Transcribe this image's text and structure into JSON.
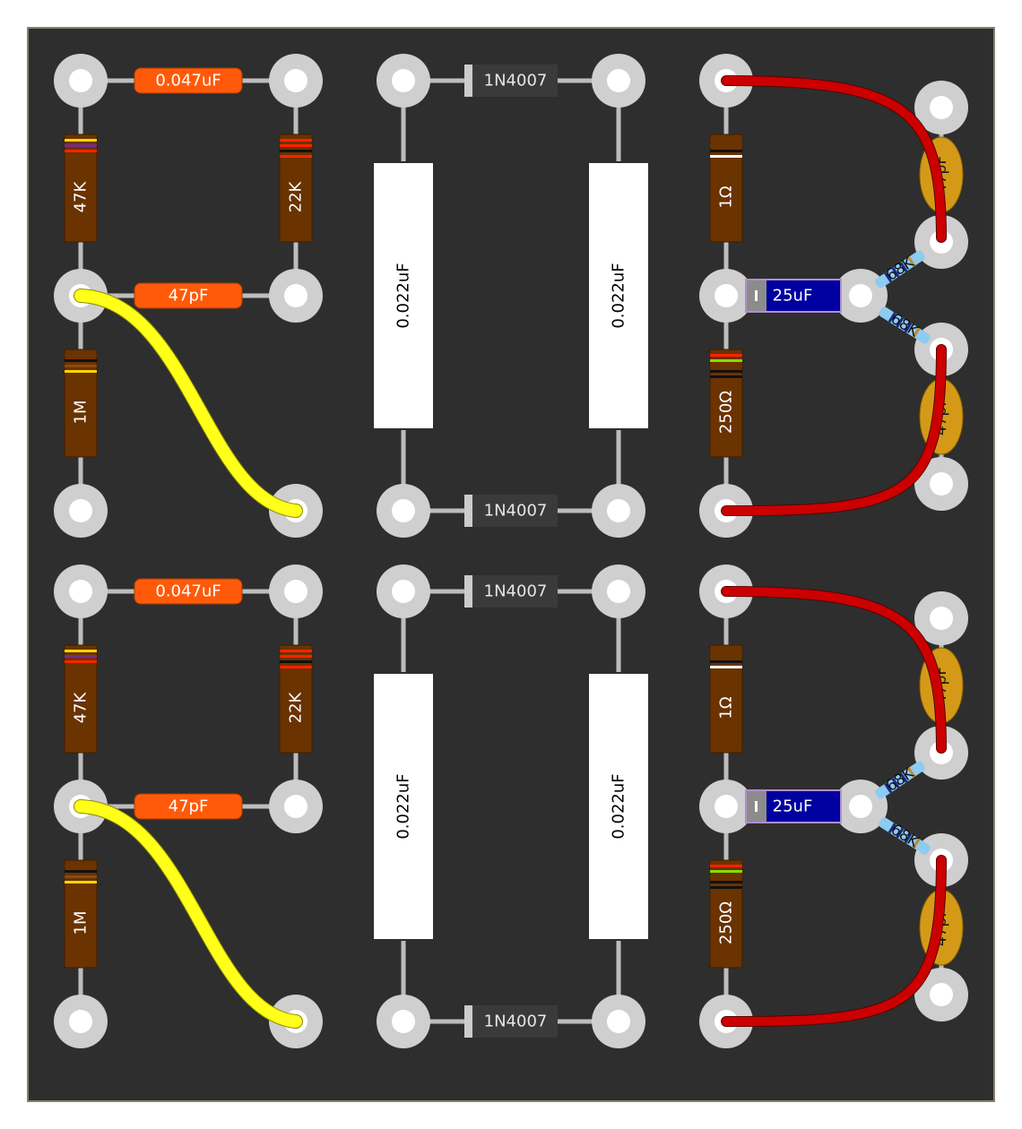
{
  "board": {
    "background": "#2e2e2e",
    "border": "#8a8170"
  },
  "colors": {
    "pad": "#cfcfcf",
    "pad_hole": "#ffffff",
    "lead": "#bdbdbd",
    "resistor_body": "#6a3300",
    "film_cap": "#ff5a0a",
    "box_cap": "#ffffff",
    "diode_body": "#3a3a3a",
    "diode_band": "#cccccc",
    "electrolytic": "#0000a0",
    "ceramic": "#d49a17",
    "wire_yellow": "#ffff1a",
    "wire_red": "#cc0000",
    "small_resistor": "#8ecbf0"
  },
  "sections": [
    {
      "name": "top",
      "resistors": {
        "r47k": "47K",
        "r22k": "22K",
        "r1m": "1M",
        "r1ohm": "1Ω",
        "r250": "250Ω"
      },
      "caps": {
        "c047": "0.047uF",
        "c47p": "47pF",
        "c022_left": "0.022uF",
        "c022_right": "0.022uF",
        "c25u": "25uF",
        "ceramic_top": "47pF",
        "ceramic_bottom": "47pF"
      },
      "diodes": {
        "d_top": "1N4007",
        "d_bottom": "1N4007"
      },
      "small_resistors": {
        "upper": "68K",
        "lower": "68K"
      }
    },
    {
      "name": "bottom",
      "resistors": {
        "r47k": "47K",
        "r22k": "22K",
        "r1m": "1M",
        "r1ohm": "1Ω",
        "r250": "250Ω"
      },
      "caps": {
        "c047": "0.047uF",
        "c47p": "47pF",
        "c022_left": "0.022uF",
        "c022_right": "0.022uF",
        "c25u": "25uF",
        "ceramic_top": "47pF",
        "ceramic_bottom": "47pF"
      },
      "diodes": {
        "d_top": "1N4007",
        "d_bottom": "1N4007"
      },
      "small_resistors": {
        "upper": "68K",
        "lower": "68K"
      }
    }
  ]
}
